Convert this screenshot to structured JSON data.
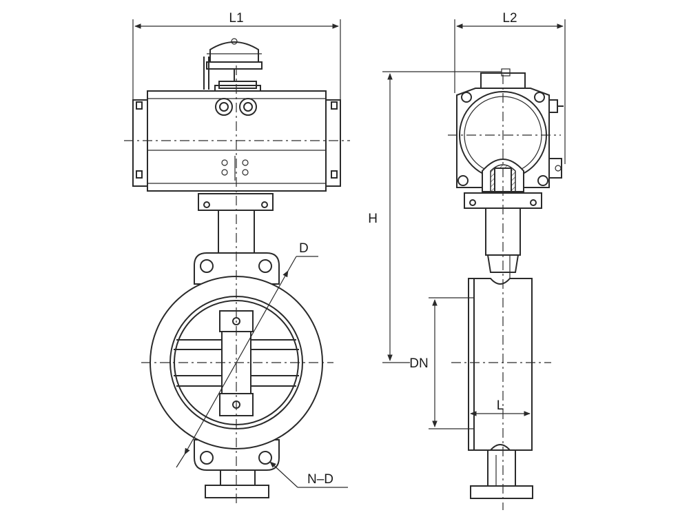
{
  "labels": {
    "l1": "L1",
    "l2": "L2",
    "h": "H",
    "d": "D",
    "dn": "DN",
    "l": "L",
    "nd": "N–D"
  },
  "colors": {
    "line": "#2a2a2a",
    "background": "#ffffff"
  }
}
